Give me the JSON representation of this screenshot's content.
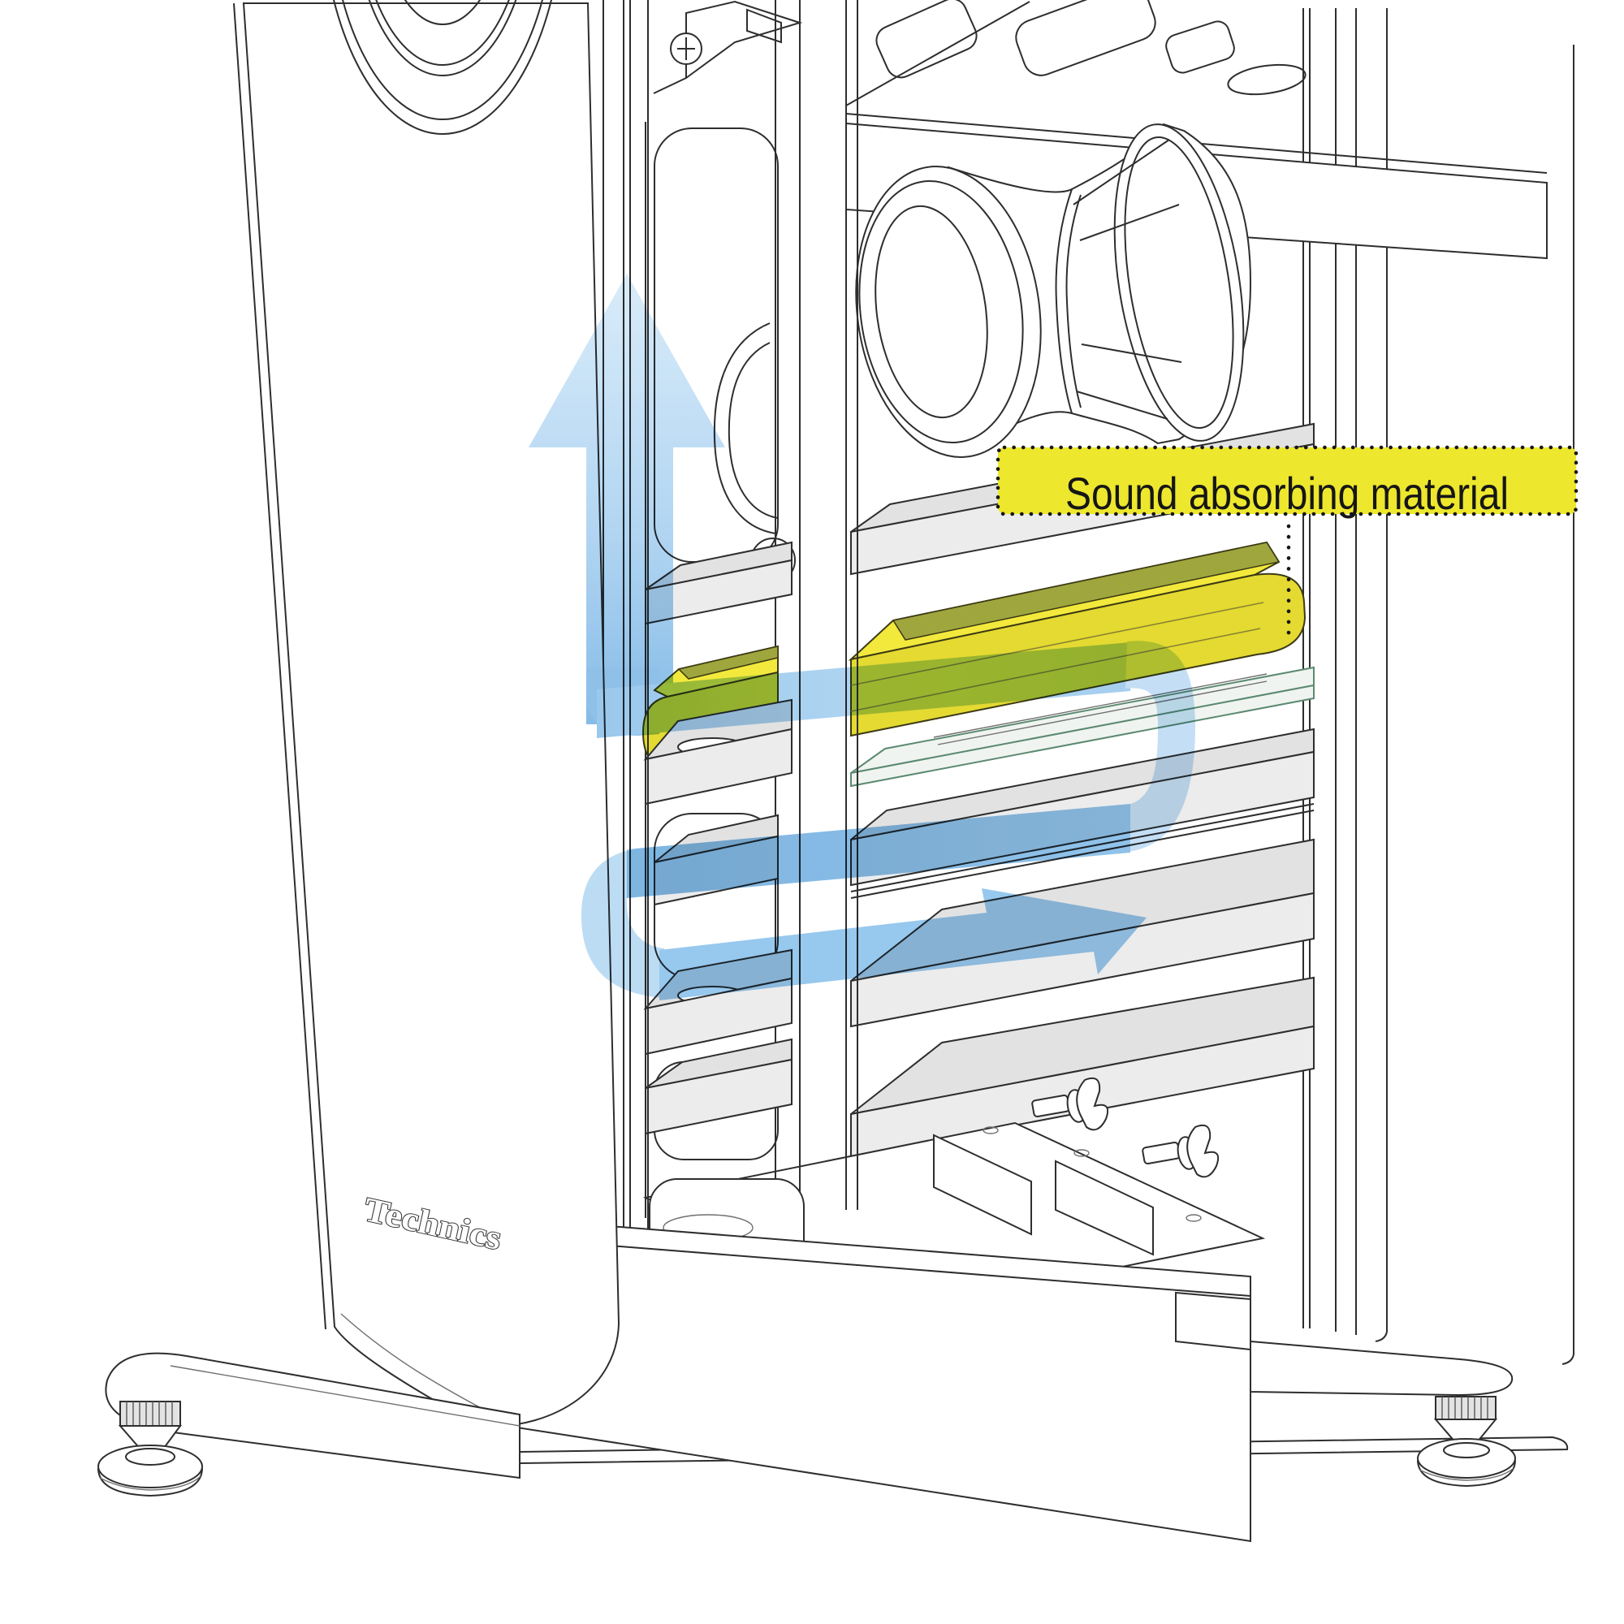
{
  "diagram": {
    "type": "speaker-cutaway-technical-illustration",
    "annotation": {
      "label": "Sound absorbing material"
    },
    "brand": {
      "logo": "Technics"
    },
    "icons": {
      "airflow_up_arrow": "↑",
      "airflow_labyrinth_arrow": "→",
      "dotted_leader": "⋮"
    },
    "colors": {
      "highlight_yellow": "#ede72e",
      "absorber_top_yellow": "#f2e93c",
      "absorber_front_yellow": "#e4da31",
      "absorber_edge_olive": "#9fa63d",
      "flow_blue_light": "#d6eaf9",
      "flow_blue_mid": "#9bcaee",
      "flow_blue_deep": "#74b1e3",
      "glass_green": "#5c8a71",
      "line_dark": "#2e2e2e",
      "panel_gray": "#e2e2e2"
    }
  }
}
